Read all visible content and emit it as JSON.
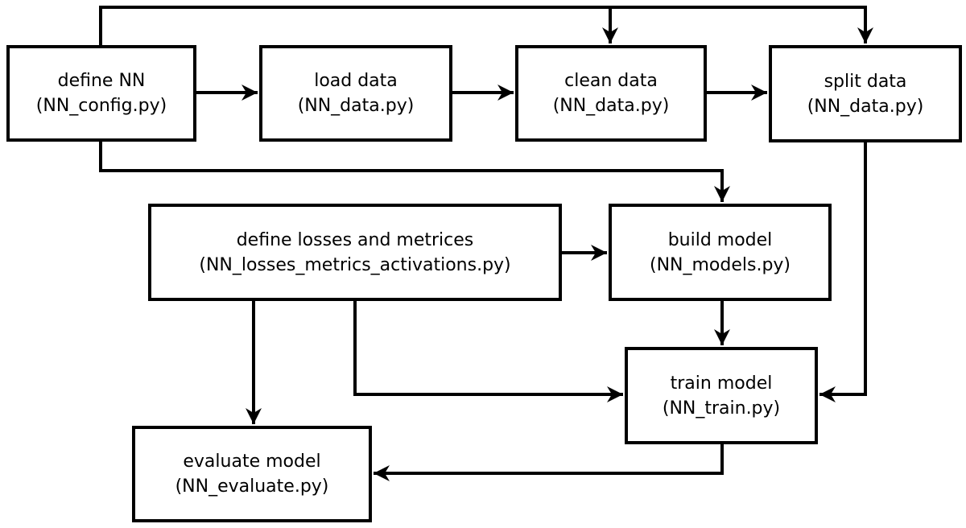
{
  "diagram": {
    "nodes": [
      {
        "id": "define_nn",
        "title": "define NN",
        "file": "(NN_config.py)"
      },
      {
        "id": "load_data",
        "title": "load data",
        "file": "(NN_data.py)"
      },
      {
        "id": "clean_data",
        "title": "clean data",
        "file": "(NN_data.py)"
      },
      {
        "id": "split_data",
        "title": "split data",
        "file": "(NN_data.py)"
      },
      {
        "id": "define_losses",
        "title": "define losses and metrices",
        "file": "(NN_losses_metrics_activations.py)"
      },
      {
        "id": "build_model",
        "title": "build model",
        "file": "(NN_models.py)"
      },
      {
        "id": "train_model",
        "title": "train model",
        "file": "(NN_train.py)"
      },
      {
        "id": "evaluate_model",
        "title": "evaluate model",
        "file": "(NN_evaluate.py)"
      }
    ],
    "edges": [
      {
        "from": "define_nn",
        "to": "load_data"
      },
      {
        "from": "load_data",
        "to": "clean_data"
      },
      {
        "from": "clean_data",
        "to": "split_data"
      },
      {
        "from": "define_nn",
        "to": "clean_data"
      },
      {
        "from": "define_nn",
        "to": "split_data"
      },
      {
        "from": "define_nn",
        "to": "build_model"
      },
      {
        "from": "define_losses",
        "to": "build_model"
      },
      {
        "from": "build_model",
        "to": "train_model"
      },
      {
        "from": "split_data",
        "to": "train_model"
      },
      {
        "from": "define_losses",
        "to": "train_model"
      },
      {
        "from": "define_losses",
        "to": "evaluate_model"
      },
      {
        "from": "train_model",
        "to": "evaluate_model"
      }
    ],
    "style": {
      "line_color": "#000000",
      "box_fill": "#ffffff"
    }
  }
}
